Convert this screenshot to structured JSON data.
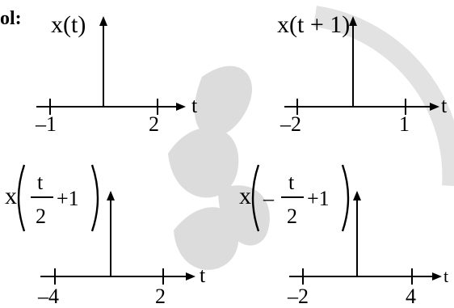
{
  "label": "ol:",
  "axis_var": "t",
  "panels": [
    {
      "id": "p1",
      "title": {
        "func": "x",
        "arg": "t"
      },
      "ticks": [
        "–1",
        "2"
      ]
    },
    {
      "id": "p2",
      "title": {
        "func": "x",
        "arg": "t + 1"
      },
      "ticks": [
        "–2",
        "1"
      ]
    },
    {
      "id": "p3",
      "title": {
        "func": "x",
        "num": "t",
        "den": "2",
        "tail": "+1",
        "sign": ""
      },
      "ticks": [
        "–4",
        "2"
      ]
    },
    {
      "id": "p4",
      "title": {
        "func": "x",
        "num": "t",
        "den": "2",
        "tail": "+1",
        "sign": "–"
      },
      "ticks": [
        "–2",
        "4"
      ]
    }
  ],
  "colors": {
    "ink": "#000000",
    "watermark": "#d7d7d7"
  }
}
